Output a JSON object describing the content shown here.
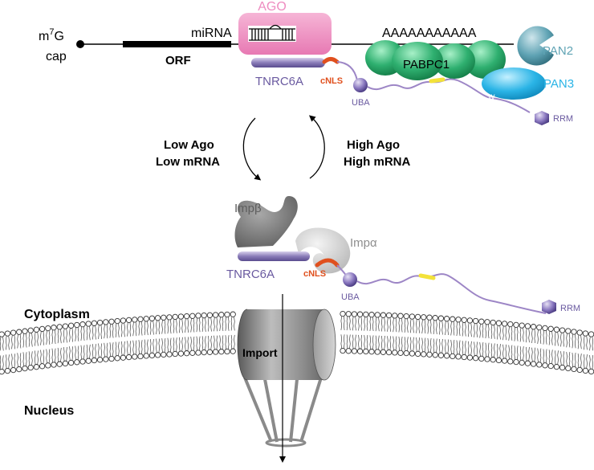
{
  "mrna": {
    "cap_label_line1": "m",
    "cap_label_sup": "7",
    "cap_label_line1b": "G",
    "cap_label_line2": "cap",
    "orf_label": "ORF",
    "mirna_label": "miRNA",
    "polya_label": "AAAAAAAAAAA"
  },
  "proteins": {
    "ago": "AGO",
    "tnrc6a": "TNRC6A",
    "cnls": "cNLS",
    "uba": "UBA",
    "pabpc1": "PABPC1",
    "pan2": "PAN2",
    "pan3": "PAN3",
    "w_motif": "W",
    "rrm": "RRM",
    "imp_beta": "Impβ",
    "imp_alpha": "Impα",
    "import": "Import"
  },
  "cycle": {
    "left_line1": "Low Ago",
    "left_line2": "Low mRNA",
    "right_line1": "High Ago",
    "right_line2": "High mRNA"
  },
  "compartments": {
    "cytoplasm": "Cytoplasm",
    "nucleus": "Nucleus"
  },
  "colors": {
    "ago_pink": "#ee8cc0",
    "tnrc6a_purple": "#8a7cb8",
    "cnls_orange": "#e0501e",
    "pabpc1_green": "#2fb070",
    "pan2_teal": "#5fa3b4",
    "pan3_cyan": "#2ab4e6",
    "linker_purple": "#9d86c6",
    "yellow_motif": "#f3e23a",
    "importin_gray": "#7d7d7d"
  }
}
